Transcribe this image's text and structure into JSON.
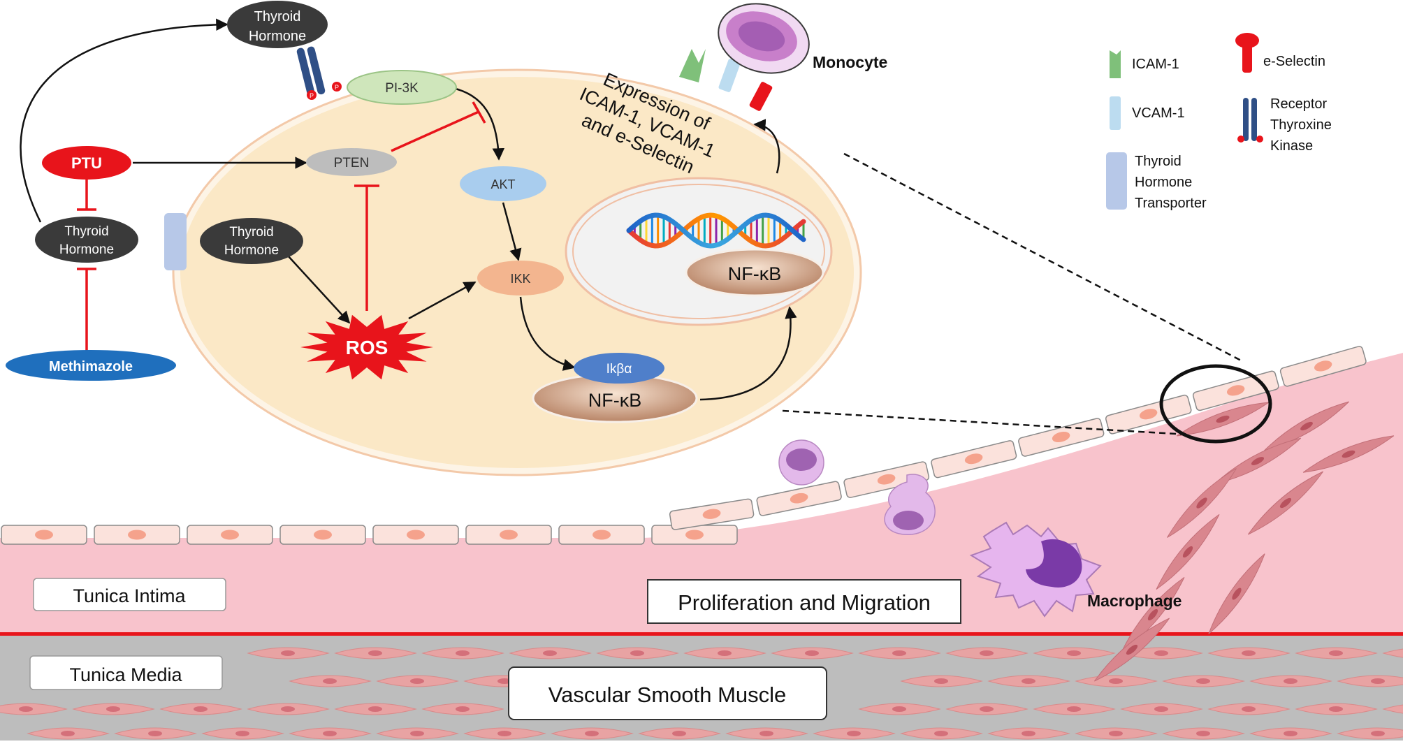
{
  "colors": {
    "cell_fill": "#fbeccc",
    "cell_border": "#f3c9a9",
    "intima": "#f8c3cc",
    "media": "#b9b9b9",
    "media_border": "#e8141b",
    "inhibitor": "#e8141b",
    "ptu": "#e8141b",
    "methimazole": "#1f6fbd",
    "dark_node": "#3a3a3a",
    "pi3k": "#cfe6bb",
    "pten": "#bdbdbd",
    "akt": "#a9cdee",
    "ikk": "#f3b58f",
    "ikba": "#4f7fca",
    "nfkb": "#c69a7a",
    "icam1": "#7fc07a",
    "vcam1": "#bcdcf0",
    "eselectin": "#e8141b",
    "receptor": "#2f4f86",
    "transporter": "#b7c8e8",
    "monocyte": "#c87fca",
    "macrophage": "#e6b5ee"
  },
  "nodes": {
    "thyroid_hormone_top": [
      "Thyroid",
      "Hormone"
    ],
    "thyroid_hormone_left": [
      "Thyroid",
      "Hormone"
    ],
    "thyroid_hormone_inner": [
      "Thyroid",
      "Hormone"
    ],
    "ptu": "PTU",
    "methimazole": "Methimazole",
    "pi3k": "PI-3K",
    "pten": "PTEN",
    "akt": "AKT",
    "ikk": "IKK",
    "ikba": "Ikβα",
    "nfkb": "NF-κB",
    "ros": "ROS"
  },
  "expression_label": [
    "Expression of",
    "ICAM-1, VCAM-1",
    "and e-Selectin"
  ],
  "cells": {
    "monocyte": "Monocyte",
    "macrophage": "Macrophage"
  },
  "layers": {
    "intima": "Tunica Intima",
    "media": "Tunica Media",
    "vsm": "Vascular Smooth Muscle",
    "prolif": "Proliferation and Migration"
  },
  "legend": {
    "icam1": "ICAM-1",
    "vcam1": "VCAM-1",
    "transporter": [
      "Thyroid",
      "Hormone",
      "Transporter"
    ],
    "eselectin": "e-Selectin",
    "receptor": [
      "Receptor",
      "Thyroxine",
      "Kinase"
    ]
  }
}
